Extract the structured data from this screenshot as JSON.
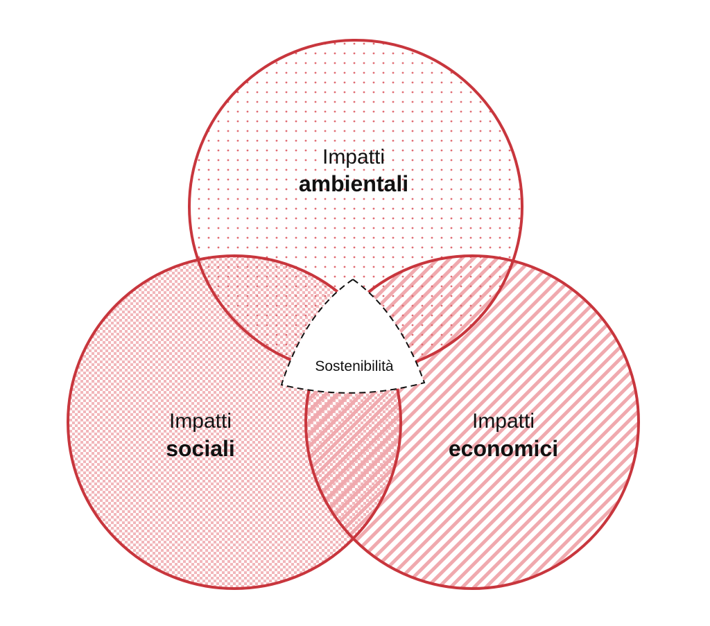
{
  "diagram": {
    "circles": {
      "environmental": {
        "line1": "Impatti",
        "line2": "ambientali",
        "pattern": "dots"
      },
      "social": {
        "line1": "Impatti",
        "line2": "sociali",
        "pattern": "checker"
      },
      "economic": {
        "line1": "Impatti",
        "line2": "economici",
        "pattern": "diagonal-stripes"
      }
    },
    "center": {
      "label": "Sostenibilità"
    },
    "colors": {
      "stroke": "#c8363d",
      "pattern": "#e06b72",
      "text": "#111111",
      "background": "#ffffff"
    }
  }
}
